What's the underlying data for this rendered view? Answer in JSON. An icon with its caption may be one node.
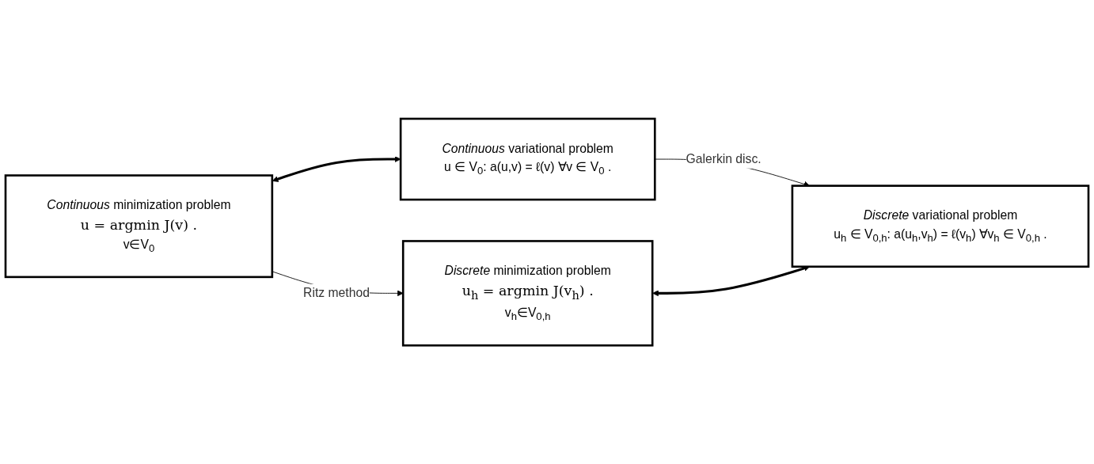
{
  "diagram": {
    "nodes": [
      {
        "text": [
          "*Continuous* minimization problem",
          "u = argmin J(v) .",
          "v∈V$_{0}$"
        ]
      },
      {
        "text": [
          "*Discrete* minimization problem",
          "u$_{h}$ = argmin J(v$_{h}$) .",
          "v$_{h}$∈V$_{0,h}$"
        ]
      },
      {
        "text": [
          "*Continuous* variational problem",
          "u ∈ V$_{0}$: a(u,v) = ℓ(v) ∀v ∈ V$_{0}$ ."
        ]
      },
      {
        "text": [
          "*Discrete* variational problem",
          "u$_{h}$ ∈ V$_{0,h}$: a(u$_{h}$,v$_{h}$) = ℓ(v$_{h}$) ∀v$_{h}$ ∈ V$_{0,h}$ ."
        ]
      }
    ],
    "edges": [
      {
        "from": 0,
        "to": 1,
        "arrow": "to",
        "label": "Ritz method"
      },
      {
        "from": 2,
        "to": 3,
        "arrow": "to",
        "label": "Galerkin disc."
      },
      {
        "from": 0,
        "to": 2,
        "arrow": "both",
        "style": "thick"
      },
      {
        "from": 1,
        "to": 3,
        "arrow": "both",
        "style": "thick"
      }
    ]
  }
}
